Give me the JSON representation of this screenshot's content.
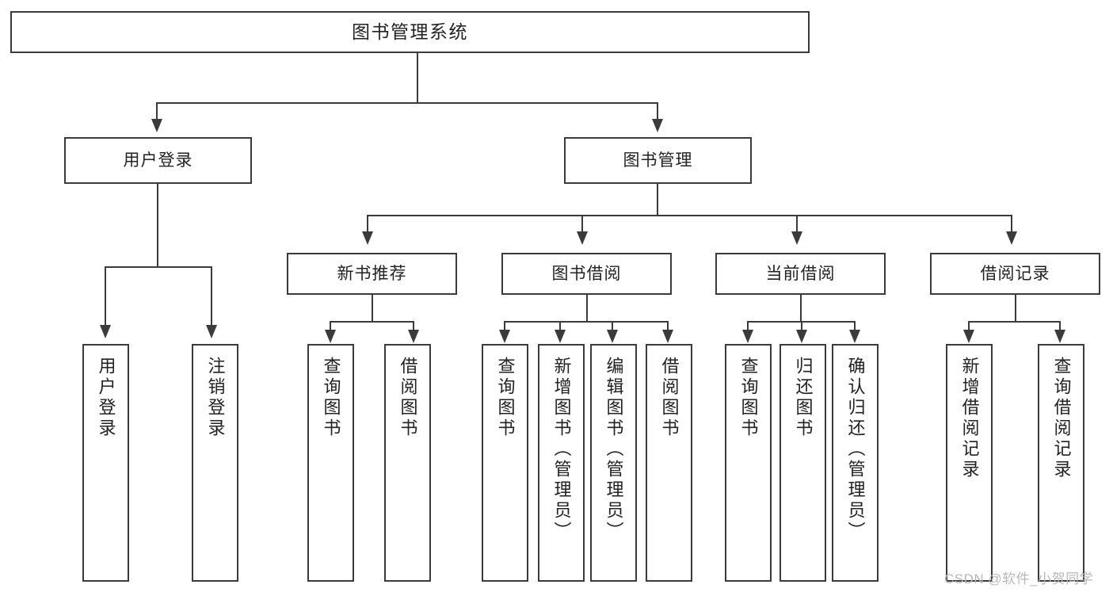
{
  "diagram": {
    "title": "图书管理系统",
    "type": "hierarchy-tree",
    "levels": 4
  },
  "root": {
    "label": "图书管理系统"
  },
  "level2": [
    {
      "label": "用户登录"
    },
    {
      "label": "图书管理"
    }
  ],
  "level3": [
    {
      "label": "新书推荐"
    },
    {
      "label": "图书借阅"
    },
    {
      "label": "当前借阅"
    },
    {
      "label": "借阅记录"
    }
  ],
  "leaves": {
    "user_login": [
      {
        "label": "用户登录"
      },
      {
        "label": "注销登录"
      }
    ],
    "new_book": [
      {
        "label": "查询图书"
      },
      {
        "label": "借阅图书"
      }
    ],
    "book_borrow": [
      {
        "label": "查询图书"
      },
      {
        "label": "新增图书（管理员）"
      },
      {
        "label": "编辑图书（管理员）"
      },
      {
        "label": "借阅图书"
      }
    ],
    "current_borrow": [
      {
        "label": "查询图书"
      },
      {
        "label": "归还图书"
      },
      {
        "label": "确认归还（管理员）"
      }
    ],
    "borrow_record": [
      {
        "label": "新增借阅记录"
      },
      {
        "label": "查询借阅记录"
      }
    ]
  },
  "watermark": {
    "text": "CSDN @软件_小贺同学"
  },
  "colors": {
    "stroke": "#3b3b3b",
    "background": "#ffffff",
    "text": "#222222",
    "watermark": "#b8b8b8"
  }
}
